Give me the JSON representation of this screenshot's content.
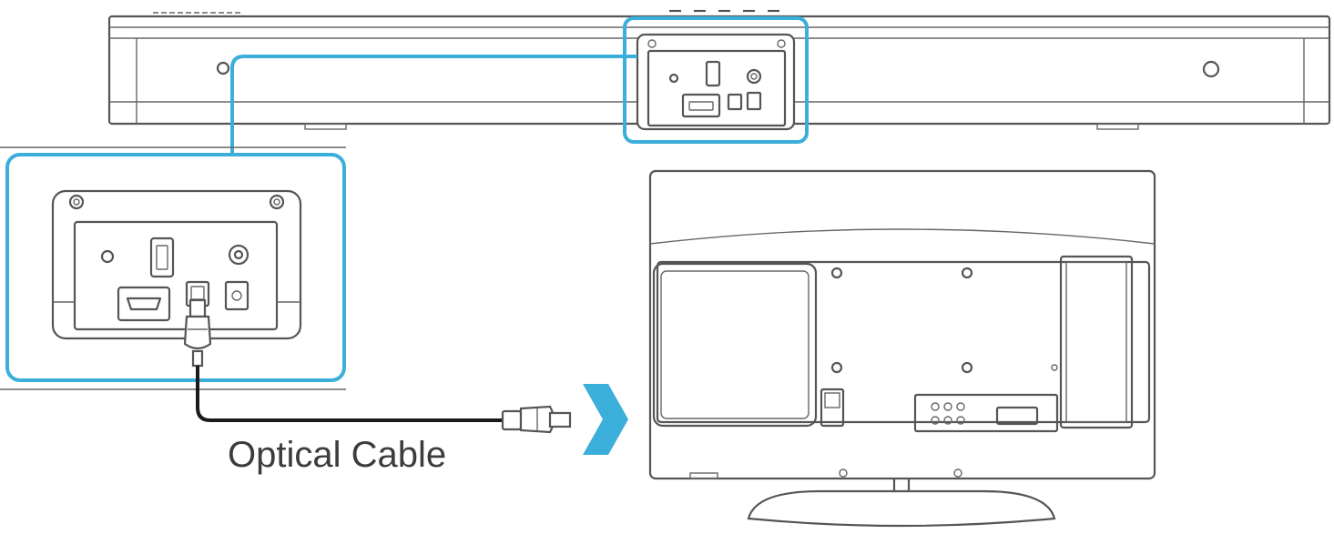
{
  "caption": "Optical Cable",
  "colors": {
    "highlight": "#3BAEDA",
    "line": "#555555",
    "cable": "#1a1a1a",
    "arrow": "#3BAEDA"
  },
  "icons": [
    "soundbar",
    "port-panel",
    "optical-plug",
    "tv-back",
    "chevron-right-icon"
  ]
}
